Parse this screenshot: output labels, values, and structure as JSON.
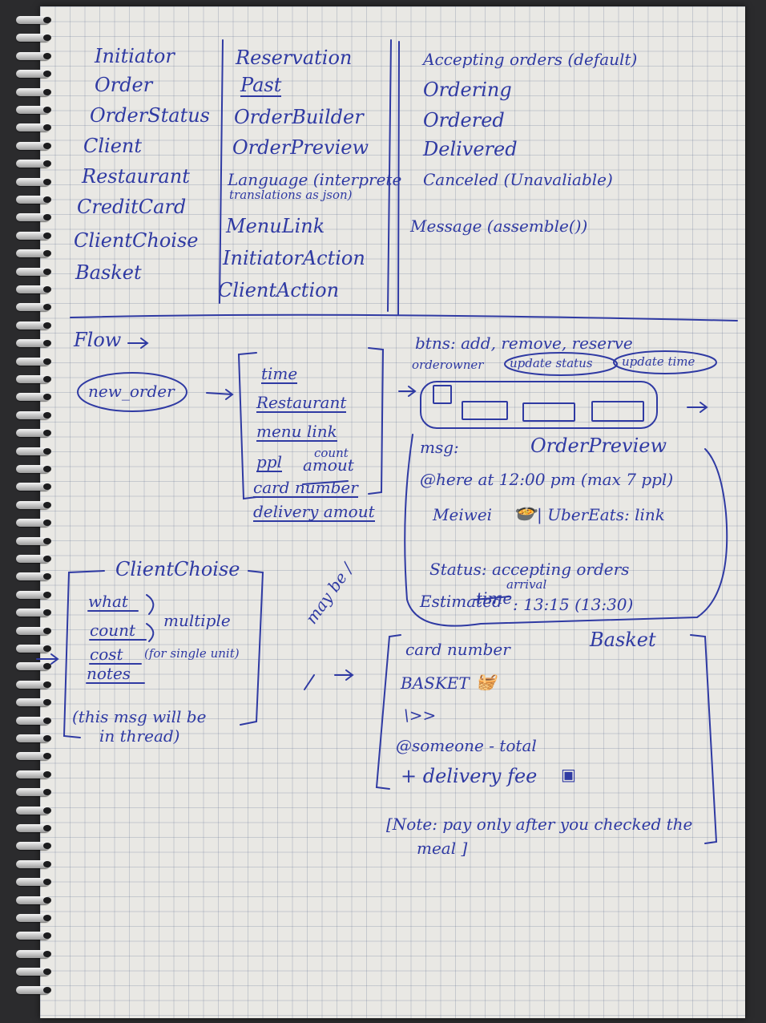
{
  "entities_left": [
    "Initiator",
    "Order",
    "OrderStatus",
    "Client",
    "Restaurant",
    "CreditCard",
    "ClientChoise",
    "Basket"
  ],
  "entities_mid": [
    "Reservation",
    "Past",
    "OrderBuilder",
    "OrderPreview",
    "Language (interprete",
    "translations as json)",
    "MenuLink",
    "InitiatorAction",
    "ClientAction"
  ],
  "statuses": [
    "Accepting orders (default)",
    "Ordering",
    "Ordered",
    "Delivered",
    "Canceled (Unavaliable)"
  ],
  "message_item": "Message (assemble())",
  "flow_title": "Flow",
  "new_order": "new_order",
  "order_fields": [
    "time",
    "Restaurant",
    "menu link",
    "ppl",
    "count",
    "amout",
    "card number",
    "delivery amout"
  ],
  "buttons": {
    "line1": "btns: add, remove, reserve",
    "owner": "orderowner",
    "update_status": "update status",
    "update_time": "update time"
  },
  "preview": {
    "msg_label": "msg:",
    "title": "OrderPreview",
    "here": "@here at 12:00 pm (max 7 ppl)",
    "restaurant": "Meiwei",
    "link": "| UberEats: link",
    "status": "Status: accepting orders",
    "arrival": "arrival",
    "estimated": "Estimated",
    "estimated_struck": "time",
    "estimated_value": ": 13:15 (13:30)"
  },
  "client_choise": {
    "title": "ClientChoise",
    "fields": [
      "what",
      "count",
      "cost",
      "notes"
    ],
    "multiple": "multiple",
    "single": "(for single unit)",
    "thread_note_1": "(this msg will be",
    "thread_note_2": "in thread)"
  },
  "maybe": "may be /",
  "basket": {
    "title": "Basket",
    "card_number": "card number",
    "basket": "BASKET",
    "arrow": "\\>>",
    "someone": "@someone - total",
    "delivery": "+ delivery fee",
    "note_1": "[Note: pay only after you checked the",
    "note_2": "meal ]"
  }
}
